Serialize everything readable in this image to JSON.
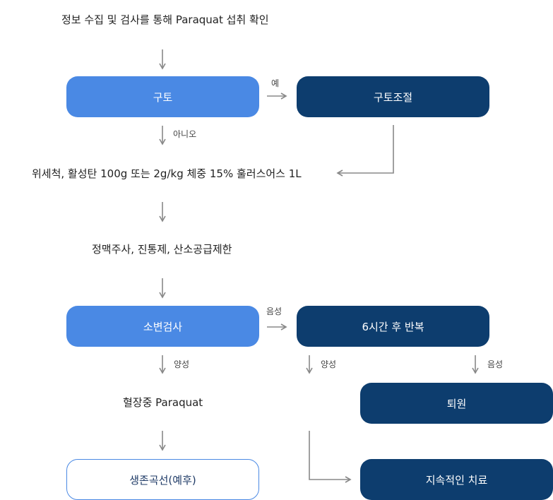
{
  "steps": {
    "intro": "정보 수집 및 검사를 통해 Paraquat 섭취 확인",
    "vomit": "구토",
    "vomit_control": "구토조절",
    "wash": "위세척, 활성탄 100g 또는 2g/kg 체중 15% 훌러스어스 1L",
    "iv": "정맥주사, 진통제, 산소공급제한",
    "urine_test": "소변검사",
    "repeat": "6시간 후 반복",
    "plasma": "혈장중 Paraquat",
    "discharge": "퇴원",
    "survival": "생존곡선(예후)",
    "continuous": "지속적인 치료"
  },
  "labels": {
    "yes": "예",
    "no": "아니오",
    "urine_negative": "음성",
    "urine_positive": "양성",
    "repeat_positive": "양성",
    "repeat_negative": "음성"
  },
  "colors": {
    "light_box": "#4a89e4",
    "dark_box": "#0d3d6e",
    "arrow": "#888888"
  }
}
